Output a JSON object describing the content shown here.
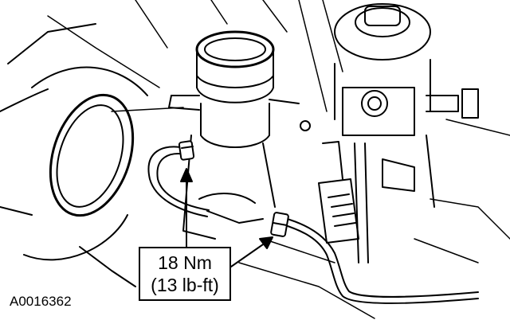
{
  "figure_id": "A0016362",
  "callout": {
    "torque_nm": "18 Nm",
    "torque_lbft": "(13 lb-ft)"
  },
  "colors": {
    "line": "#000000",
    "background": "#ffffff"
  },
  "icons": {
    "leader_arrow_1": "arrowhead",
    "leader_arrow_2": "arrowhead"
  }
}
